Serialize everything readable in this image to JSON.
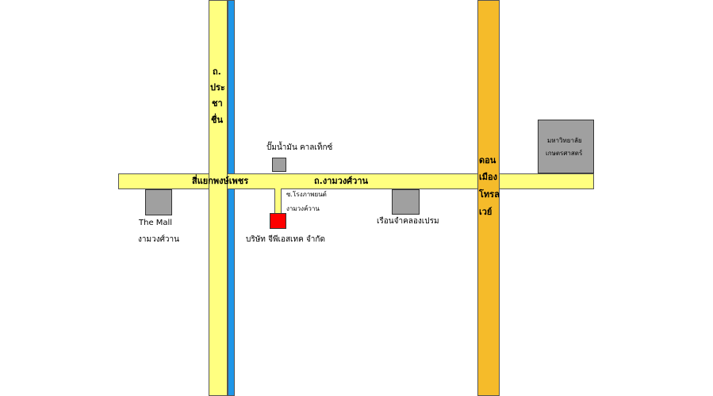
{
  "colors": {
    "road_yellow": "#ffff80",
    "highway_orange": "#f5bb2a",
    "canal_blue": "#1e96e8",
    "building_gray": "#a0a0a0",
    "company_red": "#ff0000"
  },
  "labels": {
    "vertical_road_line1": "ถ.",
    "vertical_road_line2": "ประ",
    "vertical_road_line3": "ชา",
    "vertical_road_line4": "ชื่น",
    "intersection": "สี่แยกพงษ์เพชร",
    "main_road": "ถ.งามวงศ์วาน",
    "gas_station": "ปั๊มน้ำมัน คาลเท็กซ์",
    "alley_line1": "ซ.โรงภาพยนต์",
    "alley_line2": "งามวงค์วาน",
    "company": "บริษัท จีพีเอสเทค จำกัด",
    "mall_line1": "The Mall",
    "mall_line2": "งามวงศ์วาน",
    "prison": "เรือนจำคลองเปรม",
    "university_line1": "มหาวิทยาลัย",
    "university_line2": "เกษตรศาสตร์",
    "tollway_line1": "ดอน",
    "tollway_line2": "เมือง",
    "tollway_line3": "โทรล",
    "tollway_line4": "เวย์"
  }
}
